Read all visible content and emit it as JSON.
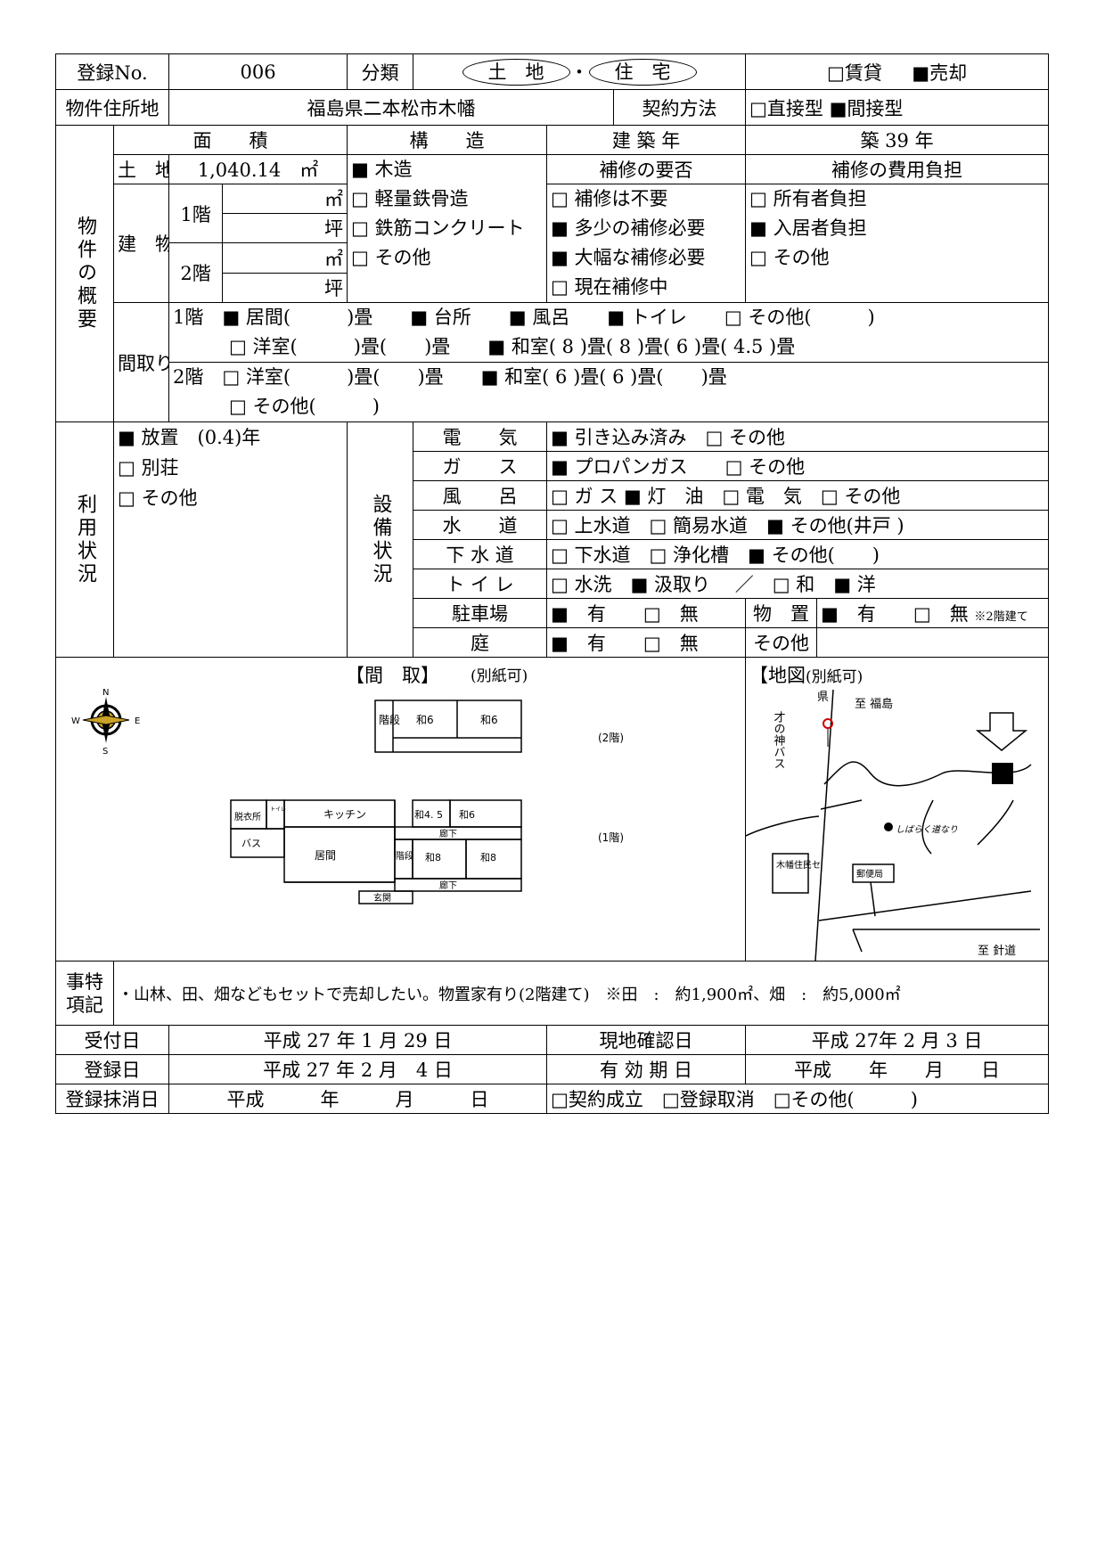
{
  "header": {
    "reg_no_label": "登録No.",
    "reg_no": "006",
    "category_label": "分類",
    "cat_land": "土　地",
    "cat_dot": "・",
    "cat_house": "住　宅",
    "deal_rent": "□賃貸",
    "deal_sale": "■売却",
    "address_label": "物件住所地",
    "address": "福島県二本松市木幡",
    "contract_label": "契約方法",
    "contract_direct": "□直接型",
    "contract_indirect": "■間接型"
  },
  "summary": {
    "section_label": "物件の概要",
    "area_header": "面　　積",
    "structure_header": "構　　造",
    "built_header": "建 築 年",
    "built_value": "築 39 年",
    "land_label": "土　地",
    "land_area": "1,040.14　㎡",
    "building_label": "建　物",
    "floor1": "1階",
    "floor2": "2階",
    "unit_m2": "㎡",
    "unit_tsubo": "坪",
    "structures": [
      "■ 木造",
      "□ 軽量鉄骨造",
      "□ 鉄筋コンクリート",
      "□ その他"
    ],
    "repair_need_header": "補修の要否",
    "repair_need": [
      "□ 補修は不要",
      "■ 多少の補修必要",
      "■ 大幅な補修必要",
      "□ 現在補修中"
    ],
    "repair_cost_header": "補修の費用負担",
    "repair_cost": [
      "□ 所有者負担",
      "■ 入居者負担",
      "□ その他"
    ],
    "layout_label": "間取り",
    "layout_f1_a": "1階　■ 居間(　　　)畳　　■ 台所　　■ 風呂　　■ トイレ　　□ その他(　　　)",
    "layout_f1_b": "　　　□ 洋室(　　　)畳(　　)畳　　■ 和室( 8 )畳( 8 )畳( 6 )畳( 4.5 )畳",
    "layout_f2_a": "2階　□ 洋室(　　　)畳(　　)畳　　■ 和室( 6 )畳( 6 )畳(　　)畳",
    "layout_f2_b": "　　　□ その他(　　　)"
  },
  "usage": {
    "section_label": "利用状況",
    "items": [
      "■ 放置　(0.4)年",
      "□ 別荘",
      "□ その他"
    ],
    "facility_label": "設備状況",
    "rows": [
      {
        "name": "電　　気",
        "value": "■ 引き込み済み　□ その他"
      },
      {
        "name": "ガ　　ス",
        "value": "■ プロパンガス　　□ その他"
      },
      {
        "name": "風　　呂",
        "value": "□ ガ ス ■ 灯　油　□ 電　気　□ その他"
      },
      {
        "name": "水　　道",
        "value": "□ 上水道　□ 簡易水道　■ その他(井戸 )"
      },
      {
        "name": "下 水 道",
        "value": "□ 下水道　□ 浄化槽　■ その他(　　)"
      },
      {
        "name": "ト イ レ",
        "value": "□ 水洗　■ 汲取り　 ／　□ 和　■ 洋"
      }
    ],
    "parking_label": "駐車場",
    "parking_value": "■　有　　□　無",
    "storage_label": "物　置",
    "storage_value": "■　有　　□　無",
    "storage_note": "※2階建て",
    "garden_label": "庭",
    "garden_value": "■　有　　□　無",
    "other_label": "その他"
  },
  "drawings": {
    "floorplan_title": "【間　取】",
    "floorplan_note": "(別紙可)",
    "map_title": "【地図",
    "map_note": "(別紙可)",
    "compass": {
      "n": "N",
      "s": "S",
      "e": "E",
      "w": "W"
    },
    "floor2_label": "(2階)",
    "floor1_label": "(1階)",
    "rooms2": {
      "stairs": "階段",
      "w6a": "和6",
      "w6b": "和6"
    },
    "rooms1": {
      "dressing": "脱衣所",
      "toilet": "トイレ",
      "kitchen": "キッチン",
      "w45": "和4. 5",
      "w6": "和6",
      "hall_top": "廊下",
      "bath": "バス",
      "living": "居間",
      "stairs": "階段",
      "w8a": "和8",
      "w8b": "和8",
      "hall_bottom": "廊下",
      "entrance": "玄関"
    },
    "map": {
      "pref_road": "県",
      "to_fukushima": "至 福島",
      "bus_stop": "才の神バス",
      "note": "しばらく道なり",
      "center": "木幡住民セ",
      "post": "郵便局",
      "to_harimichi": "至 針道"
    }
  },
  "remarks": {
    "label": "事特項記",
    "text": "・山林、田、畑などもセットで売却したい。物置家有り(2階建て)　※田　:　約1,900㎡、畑　:　約5,000㎡"
  },
  "dates": {
    "received_label": "受付日",
    "received": "平成 27 年 1 月 29 日",
    "site_check_label": "現地確認日",
    "site_check": "平成 27年 2 月 3 日",
    "registered_label": "登録日",
    "registered": "平成 27 年 2 月　4 日",
    "valid_label": "有 効 期 日",
    "valid": "平成　　年　　月　　日",
    "cancel_label": "登録抹消日",
    "cancel": "平成　　　年　　　月　　　日",
    "cancel_reasons": "□契約成立　□登録取消　□その他(　　　)"
  }
}
